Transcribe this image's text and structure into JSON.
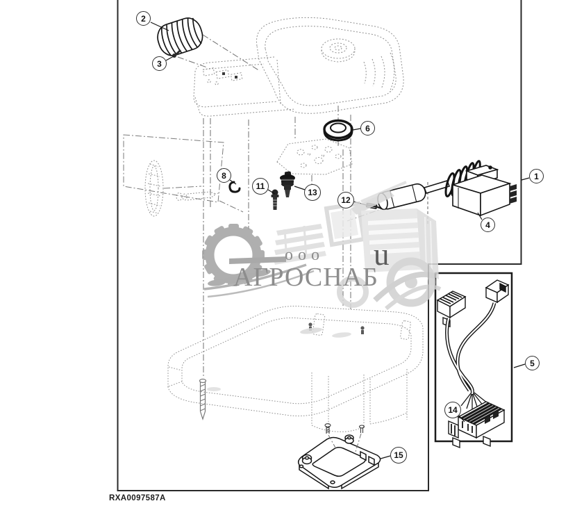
{
  "diagram": {
    "drawing_code": "RXA0097587A",
    "callouts": [
      {
        "num": "2"
      },
      {
        "num": "3"
      },
      {
        "num": "6"
      },
      {
        "num": "8"
      },
      {
        "num": "11"
      },
      {
        "num": "13"
      },
      {
        "num": "12"
      },
      {
        "num": "4"
      },
      {
        "num": "1"
      },
      {
        "num": "5"
      },
      {
        "num": "14"
      },
      {
        "num": "15"
      }
    ]
  },
  "watermark": {
    "org_type": "ооо",
    "company": "АГРОСНАБ",
    "letter": "u"
  },
  "colors": {
    "line": "#1a1a1a",
    "phantom": "#8f8f8f",
    "centerline": "#6f6f6f",
    "watermark_gray": "#9a9a9a",
    "watermark_light": "#d9d9d9"
  }
}
